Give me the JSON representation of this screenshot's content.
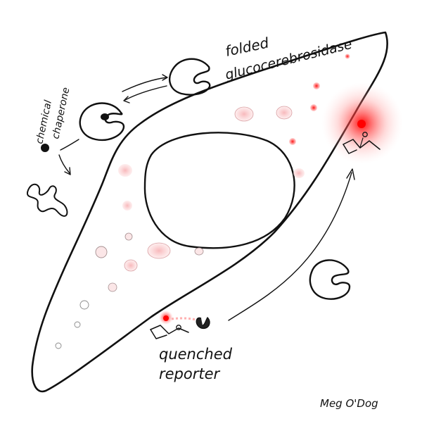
{
  "labels": {
    "folded_line1": "folded",
    "folded_line2": "glucocerebrosidase",
    "chaperone_line1": "chemical",
    "chaperone_line2": "chaperone",
    "reporter_line1": "quenched",
    "reporter_line2": "reporter",
    "signature": "Meg O'Dog"
  },
  "colors": {
    "ink": "#111111",
    "signal_red": "#e8141a",
    "lysosome_pink": "#f3a0a4",
    "glow": "#ff3b3b"
  },
  "icons": [
    "enzyme-icon",
    "chaperone-molecule-icon",
    "reporter-icon",
    "fluorescent-glow-icon",
    "misfolded-protein-icon"
  ]
}
